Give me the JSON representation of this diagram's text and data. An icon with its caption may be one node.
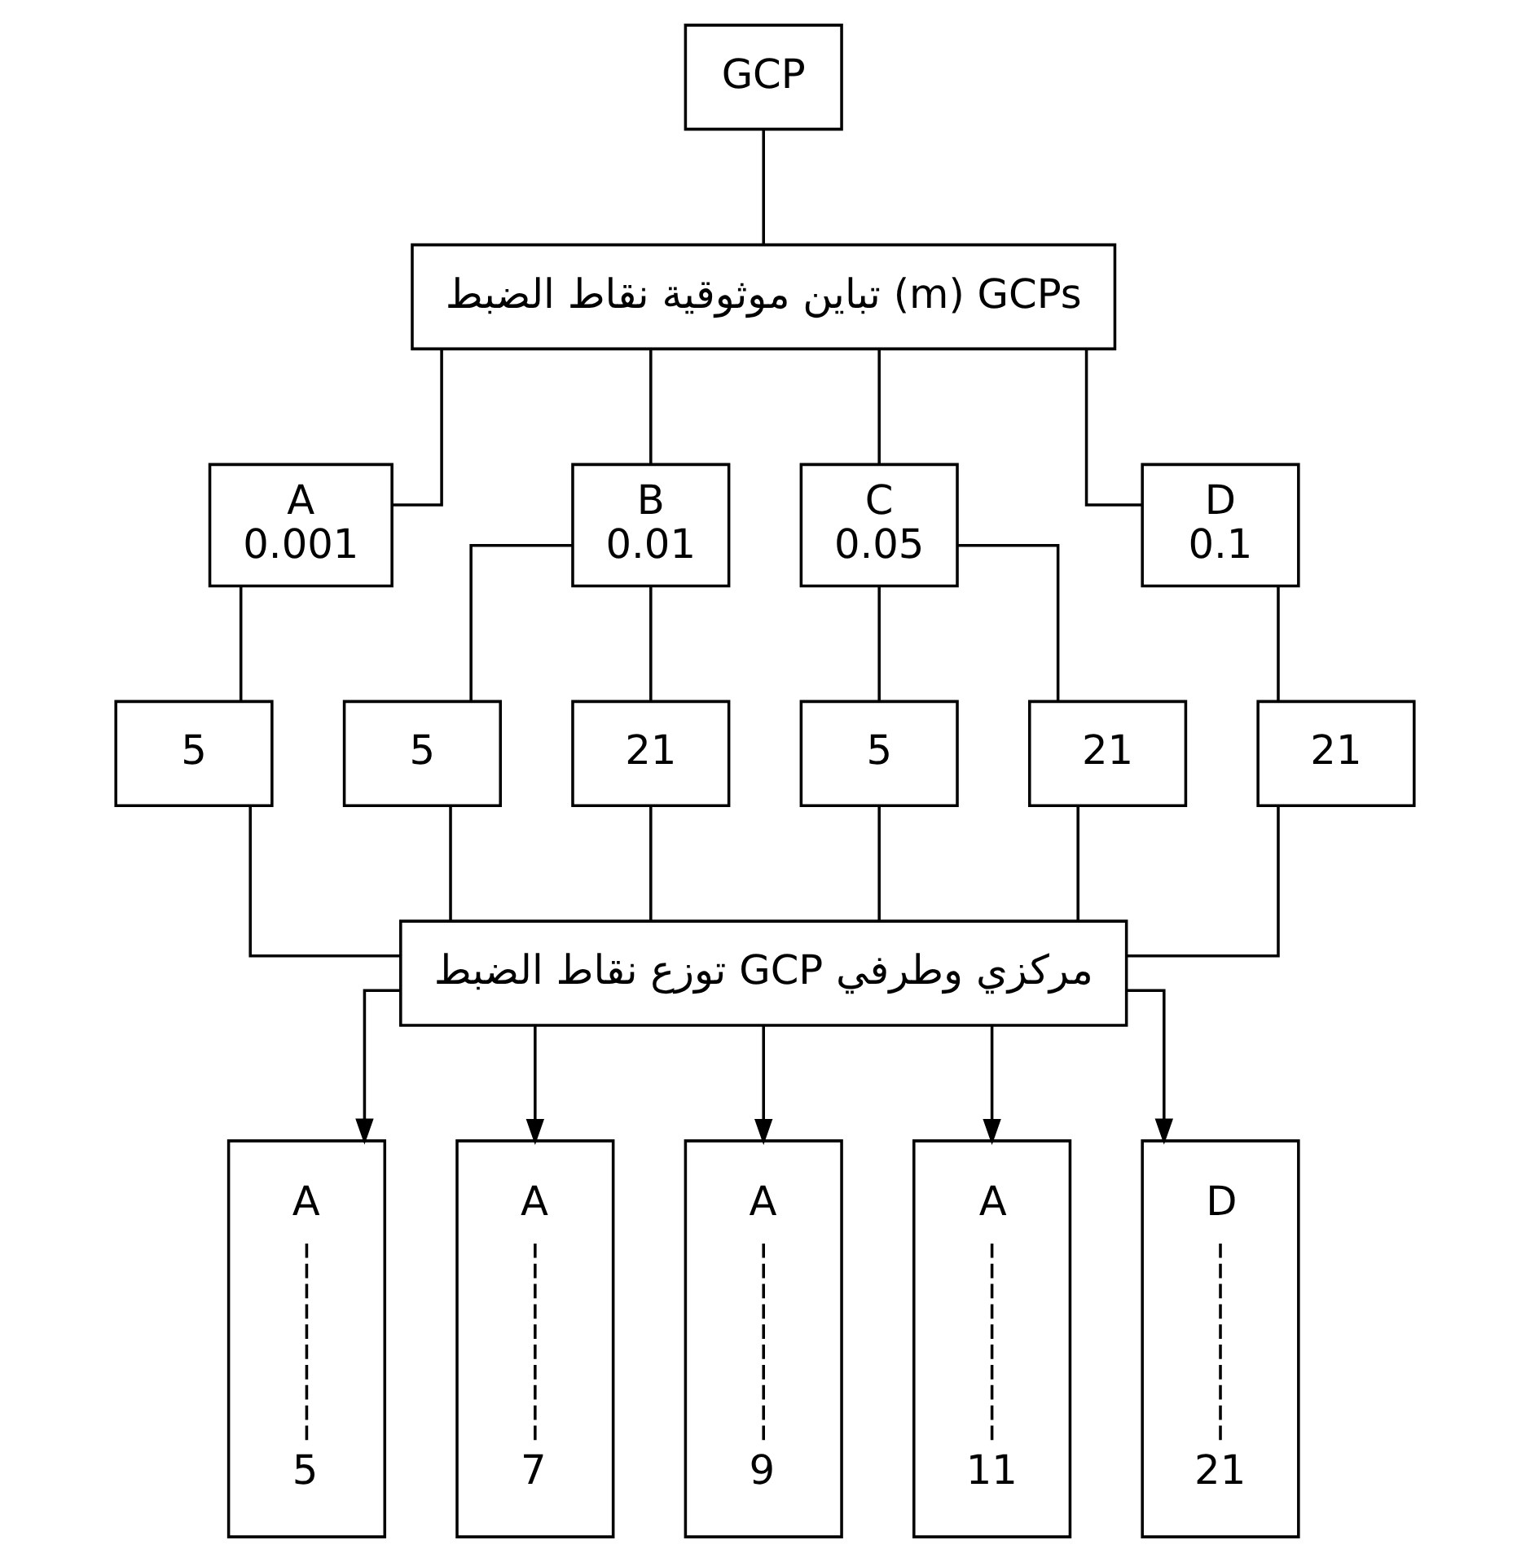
{
  "diagram": {
    "nodes": [
      {
        "text": [
          "GCP"
        ]
      },
      {
        "text": [
          "تباين موثوقية نقاط الضبط (m) GCPs"
        ]
      },
      {
        "text": [
          "A",
          "0.001"
        ]
      },
      {
        "text": [
          "B",
          "0.01"
        ]
      },
      {
        "text": [
          "C",
          "0.05"
        ]
      },
      {
        "text": [
          "D",
          "0.1"
        ]
      },
      {
        "text": [
          "5"
        ]
      },
      {
        "text": [
          "5"
        ]
      },
      {
        "text": [
          "21"
        ]
      },
      {
        "text": [
          "5"
        ]
      },
      {
        "text": [
          "21"
        ]
      },
      {
        "text": [
          "21"
        ]
      },
      {
        "text": [
          "توزع نقاط الضبط GCP مركزي وطرفي"
        ]
      },
      {
        "text": [
          "A",
          "5"
        ]
      },
      {
        "text": [
          "A",
          "7"
        ]
      },
      {
        "text": [
          "A",
          "9"
        ]
      },
      {
        "text": [
          "A",
          "11"
        ]
      },
      {
        "text": [
          "D",
          "21"
        ]
      }
    ],
    "edges": [
      {
        "from": 0,
        "to": 1,
        "arrow": "none"
      },
      {
        "from": 1,
        "to": 2,
        "arrow": "none"
      },
      {
        "from": 1,
        "to": 3,
        "arrow": "none"
      },
      {
        "from": 1,
        "to": 4,
        "arrow": "none"
      },
      {
        "from": 1,
        "to": 5,
        "arrow": "none"
      },
      {
        "from": 2,
        "to": 6,
        "arrow": "none"
      },
      {
        "from": 3,
        "to": 7,
        "arrow": "none"
      },
      {
        "from": 3,
        "to": 8,
        "arrow": "none"
      },
      {
        "from": 4,
        "to": 9,
        "arrow": "none"
      },
      {
        "from": 4,
        "to": 10,
        "arrow": "none"
      },
      {
        "from": 5,
        "to": 11,
        "arrow": "none"
      },
      {
        "from": 6,
        "to": 12,
        "arrow": "none"
      },
      {
        "from": 7,
        "to": 12,
        "arrow": "none"
      },
      {
        "from": 8,
        "to": 12,
        "arrow": "none"
      },
      {
        "from": 9,
        "to": 12,
        "arrow": "none"
      },
      {
        "from": 10,
        "to": 12,
        "arrow": "none"
      },
      {
        "from": 11,
        "to": 12,
        "arrow": "none"
      },
      {
        "from": 12,
        "to": 13,
        "arrow": "to"
      },
      {
        "from": 12,
        "to": 14,
        "arrow": "to"
      },
      {
        "from": 12,
        "to": 15,
        "arrow": "to"
      },
      {
        "from": 12,
        "to": 16,
        "arrow": "to"
      },
      {
        "from": 12,
        "to": 17,
        "arrow": "to"
      }
    ]
  }
}
